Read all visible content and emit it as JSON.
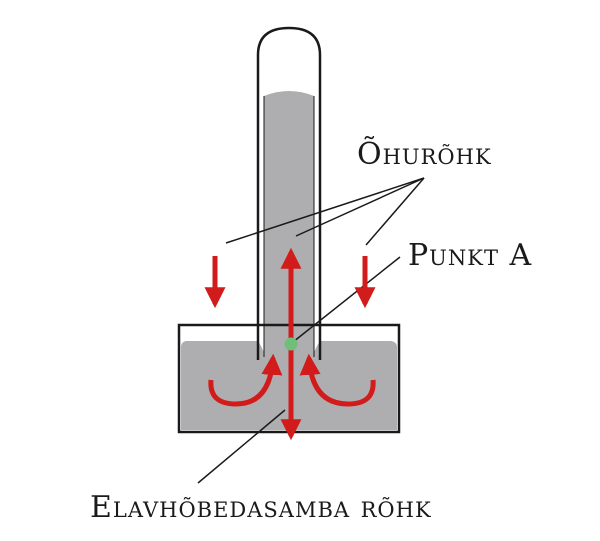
{
  "labels": {
    "air_pressure": "Õhurõhk",
    "point_a": "Punkt A",
    "mercury_pressure": "Elavhõbedasamba rõhk"
  },
  "colors": {
    "mercury": "#aeaeb0",
    "outline": "#1a1a1a",
    "arrow": "#d21b1b",
    "point": "#6fbf7a",
    "background": "#ffffff"
  },
  "icons": {
    "pressure_arrow": "arrow-icon",
    "point_marker": "dot-icon"
  }
}
